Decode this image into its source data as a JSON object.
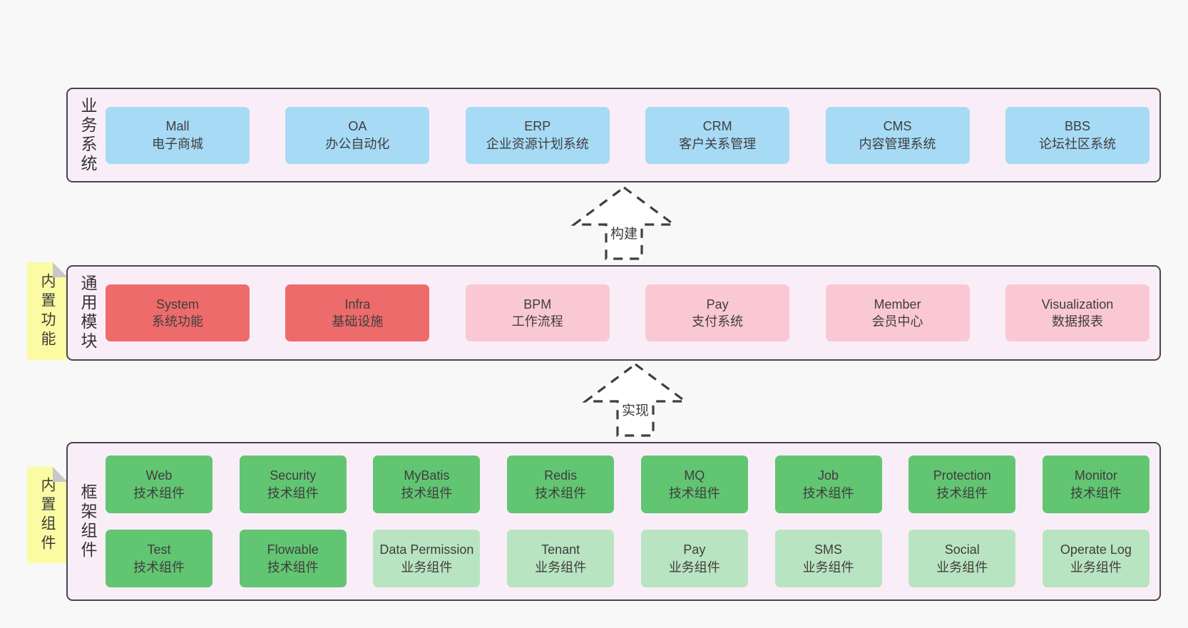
{
  "colors": {
    "page_bg": "#f8f8f8",
    "band_fill": "#f9eef8",
    "band_border": "#4a444b",
    "business_box": "#a7daf5",
    "core_module_box": "#ee6b6b",
    "module_box": "#fac8d2",
    "tech_component_box": "#62c572",
    "biz_component_box": "#b9e4c1",
    "sticky_note": "#fbfba3",
    "arrow_outline": "#3f3f3f",
    "text": "#3d3d3d"
  },
  "arrows": [
    {
      "label": "构建"
    },
    {
      "label": "实现"
    }
  ],
  "layers": [
    {
      "label": "业务系统",
      "rows": [
        [
          {
            "name": "Mall",
            "desc": "电子商城"
          },
          {
            "name": "OA",
            "desc": "办公自动化"
          },
          {
            "name": "ERP",
            "desc": "企业资源计划系统"
          },
          {
            "name": "CRM",
            "desc": "客户关系管理"
          },
          {
            "name": "CMS",
            "desc": "内容管理系统"
          },
          {
            "name": "BBS",
            "desc": "论坛社区系统"
          }
        ]
      ]
    },
    {
      "label": "通用模块",
      "sticky": "内置功能",
      "rows": [
        [
          {
            "name": "System",
            "desc": "系统功能"
          },
          {
            "name": "Infra",
            "desc": "基础设施"
          },
          {
            "name": "BPM",
            "desc": "工作流程"
          },
          {
            "name": "Pay",
            "desc": "支付系统"
          },
          {
            "name": "Member",
            "desc": "会员中心"
          },
          {
            "name": "Visualization",
            "desc": "数据报表"
          }
        ]
      ]
    },
    {
      "label": "框架组件",
      "sticky": "内置组件",
      "rows": [
        [
          {
            "name": "Web",
            "desc": "技术组件"
          },
          {
            "name": "Security",
            "desc": "技术组件"
          },
          {
            "name": "MyBatis",
            "desc": "技术组件"
          },
          {
            "name": "Redis",
            "desc": "技术组件"
          },
          {
            "name": "MQ",
            "desc": "技术组件"
          },
          {
            "name": "Job",
            "desc": "技术组件"
          },
          {
            "name": "Protection",
            "desc": "技术组件"
          },
          {
            "name": "Monitor",
            "desc": "技术组件"
          }
        ],
        [
          {
            "name": "Test",
            "desc": "技术组件"
          },
          {
            "name": "Flowable",
            "desc": "技术组件"
          },
          {
            "name": "Data Permission",
            "desc": "业务组件"
          },
          {
            "name": "Tenant",
            "desc": "业务组件"
          },
          {
            "name": "Pay",
            "desc": "业务组件"
          },
          {
            "name": "SMS",
            "desc": "业务组件"
          },
          {
            "name": "Social",
            "desc": "业务组件"
          },
          {
            "name": "Operate Log",
            "desc": "业务组件"
          }
        ]
      ]
    }
  ]
}
